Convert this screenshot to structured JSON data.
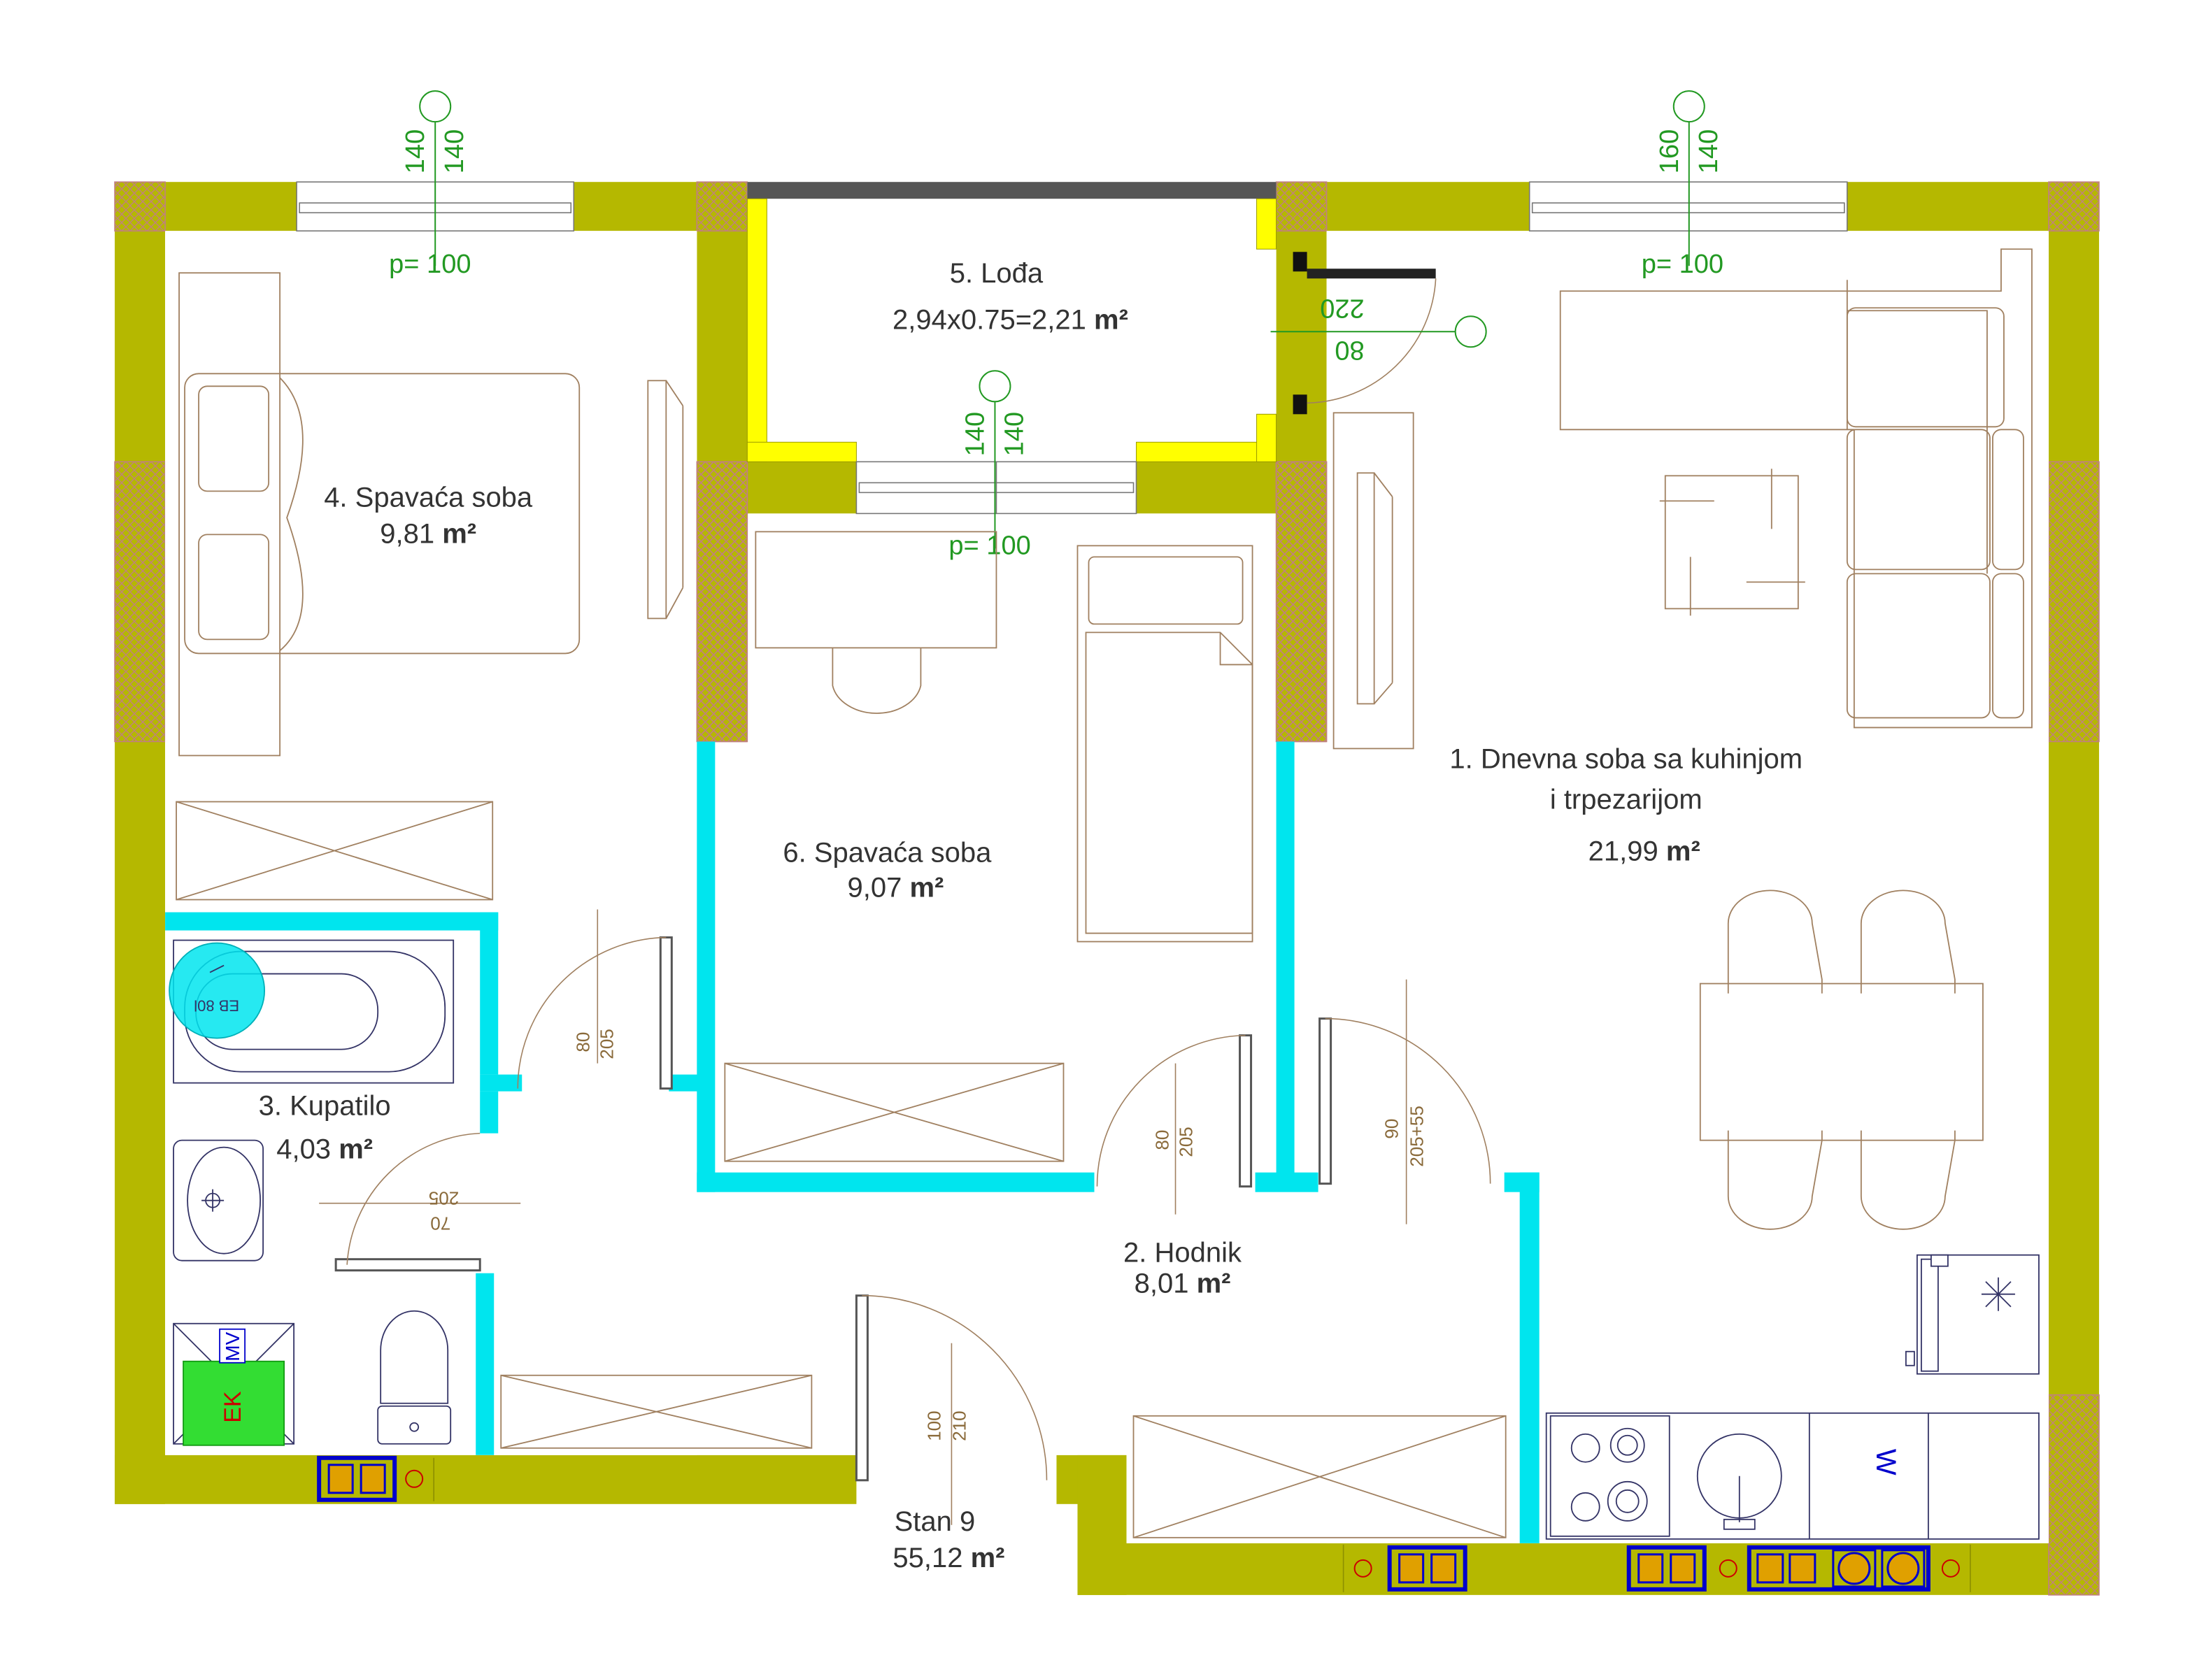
{
  "colors": {
    "wall": "#b5b800",
    "wall_edge": "#8c8f00",
    "hatch": "#c08080",
    "partition": "#00e5ee",
    "loggia_wall": "#ffff00",
    "furniture": "#a08060",
    "dim": "#8a6a3a",
    "window_tag": "#229922",
    "room_text": "#333333",
    "fixture_blue": "#0000cc",
    "boiler": "#33dd33",
    "boiler_text": "#cc0000",
    "shaft": "#e0a000"
  },
  "rooms": {
    "r1": {
      "name": "1. Dnevna soba sa kuhinjom",
      "name2": "i trpezarijom",
      "area": "21,99",
      "unit": "m²"
    },
    "r2": {
      "name": "2. Hodnik",
      "area": "8,01",
      "unit": "m²"
    },
    "r3": {
      "name": "3. Kupatilo",
      "area": "4,03",
      "unit": "m²"
    },
    "r4": {
      "name": "4. Spavaća soba",
      "area": "9,81",
      "unit": "m²"
    },
    "r5": {
      "name": "5. Lođa",
      "area": "2,94x0.75=2,21",
      "unit": "m²"
    },
    "r6": {
      "name": "6. Spavaća soba",
      "area": "9,07",
      "unit": "m²"
    }
  },
  "apartment": {
    "name": "Stan 9",
    "area": "55,12",
    "unit": "m²"
  },
  "windows": [
    {
      "w": "140",
      "h": "140",
      "sill": "p= 100"
    },
    {
      "w": "160",
      "h": "140",
      "sill": "p= 100"
    },
    {
      "w": "140",
      "h": "140",
      "sill": "p= 100"
    }
  ],
  "doors": {
    "bedroom4": {
      "a": "80",
      "b": "205"
    },
    "bedroom6": {
      "a": "80",
      "b": "205"
    },
    "living": {
      "a": "90",
      "b": "205+55"
    },
    "bathroom": {
      "a": "70",
      "b": "205"
    },
    "entrance": {
      "a": "100",
      "b": "210"
    },
    "loggia": {
      "a": "80",
      "b": "220"
    }
  },
  "fixtures": {
    "boiler": "EK",
    "washer_machine": "MV",
    "water_heater": "EB 80l",
    "washing_machine_kitchen": "W"
  }
}
